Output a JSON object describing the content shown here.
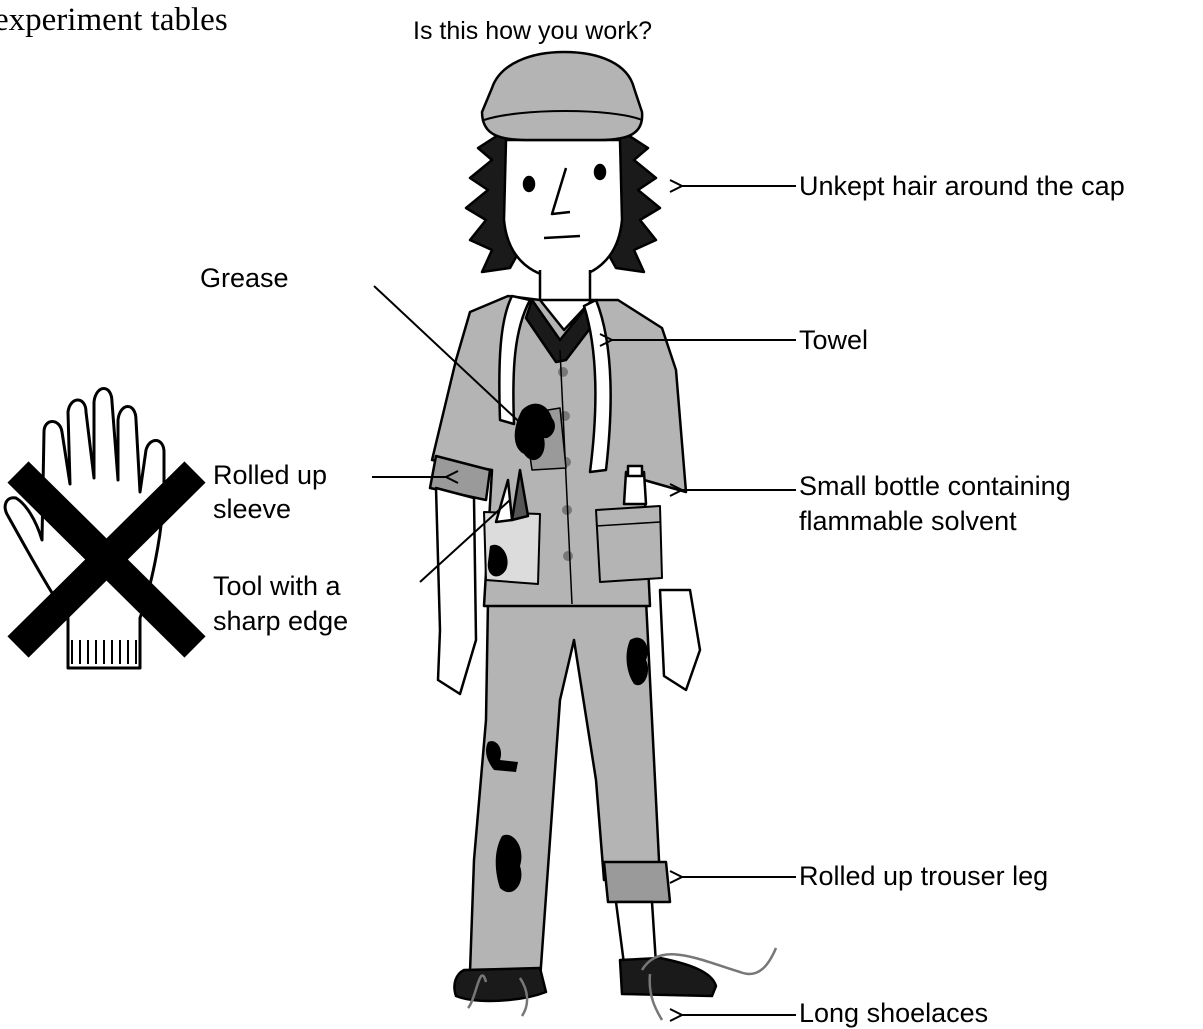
{
  "header": {
    "title": "experiment tables",
    "question": "Is this how you work?"
  },
  "labels": {
    "hair": "Unkept hair around the cap",
    "grease": "Grease",
    "towel": "Towel",
    "sleeve_line1": "Rolled up",
    "sleeve_line2": "sleeve",
    "bottle_line1": "Small bottle containing",
    "bottle_line2": "flammable solvent",
    "tool_line1": "Tool with a",
    "tool_line2": "sharp edge",
    "trouser": "Rolled up trouser leg",
    "shoelaces": "Long shoelaces"
  },
  "colors": {
    "clothing": "#b4b4b4",
    "clothing_shade": "#9a9a9a",
    "ink": "#000000",
    "towel": "#ffffff",
    "skin": "#ffffff"
  },
  "icons": [
    "glove-icon",
    "prohibition-cross-icon"
  ]
}
